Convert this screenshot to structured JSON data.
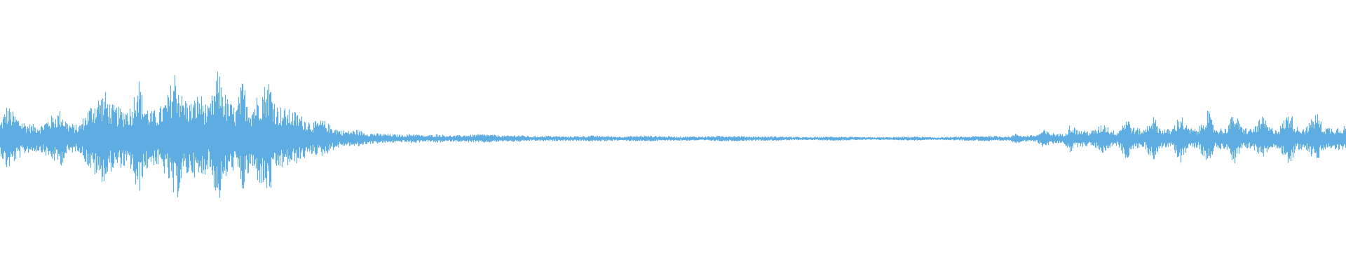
{
  "waveform": {
    "color": "#5dade2",
    "background": "#ffffff",
    "envelope": [
      [
        0,
        0.22
      ],
      [
        0.005,
        0.45
      ],
      [
        0.012,
        0.3
      ],
      [
        0.02,
        0.2
      ],
      [
        0.03,
        0.18
      ],
      [
        0.036,
        0.28
      ],
      [
        0.045,
        0.38
      ],
      [
        0.05,
        0.22
      ],
      [
        0.058,
        0.17
      ],
      [
        0.066,
        0.42
      ],
      [
        0.072,
        0.56
      ],
      [
        0.078,
        0.62
      ],
      [
        0.082,
        0.46
      ],
      [
        0.09,
        0.4
      ],
      [
        0.098,
        0.44
      ],
      [
        0.102,
        0.9
      ],
      [
        0.106,
        0.52
      ],
      [
        0.112,
        0.36
      ],
      [
        0.118,
        0.4
      ],
      [
        0.124,
        0.55
      ],
      [
        0.13,
        0.94
      ],
      [
        0.135,
        0.58
      ],
      [
        0.142,
        0.48
      ],
      [
        0.148,
        0.62
      ],
      [
        0.155,
        0.4
      ],
      [
        0.162,
        0.92
      ],
      [
        0.168,
        0.55
      ],
      [
        0.175,
        0.4
      ],
      [
        0.18,
        0.78
      ],
      [
        0.186,
        0.42
      ],
      [
        0.192,
        0.62
      ],
      [
        0.2,
        0.8
      ],
      [
        0.205,
        0.45
      ],
      [
        0.212,
        0.4
      ],
      [
        0.22,
        0.35
      ],
      [
        0.226,
        0.28
      ],
      [
        0.232,
        0.22
      ],
      [
        0.24,
        0.25
      ],
      [
        0.245,
        0.18
      ],
      [
        0.252,
        0.12
      ],
      [
        0.258,
        0.1
      ],
      [
        0.265,
        0.12
      ],
      [
        0.272,
        0.08
      ],
      [
        0.28,
        0.07
      ],
      [
        0.29,
        0.06
      ],
      [
        0.3,
        0.05
      ],
      [
        0.307,
        0.07
      ],
      [
        0.315,
        0.04
      ],
      [
        0.325,
        0.06
      ],
      [
        0.335,
        0.04
      ],
      [
        0.345,
        0.05
      ],
      [
        0.36,
        0.06
      ],
      [
        0.375,
        0.04
      ],
      [
        0.385,
        0.05
      ],
      [
        0.395,
        0.03
      ],
      [
        0.405,
        0.04
      ],
      [
        0.42,
        0.03
      ],
      [
        0.44,
        0.04
      ],
      [
        0.46,
        0.03
      ],
      [
        0.48,
        0.04
      ],
      [
        0.5,
        0.03
      ],
      [
        0.52,
        0.03
      ],
      [
        0.54,
        0.04
      ],
      [
        0.56,
        0.03
      ],
      [
        0.58,
        0.03
      ],
      [
        0.6,
        0.02
      ],
      [
        0.62,
        0.03
      ],
      [
        0.64,
        0.02
      ],
      [
        0.66,
        0.02
      ],
      [
        0.68,
        0.03
      ],
      [
        0.69,
        0.02
      ],
      [
        0.7,
        0.02
      ],
      [
        0.72,
        0.03
      ],
      [
        0.735,
        0.04
      ],
      [
        0.75,
        0.03
      ],
      [
        0.755,
        0.07
      ],
      [
        0.76,
        0.04
      ],
      [
        0.77,
        0.05
      ],
      [
        0.775,
        0.12
      ],
      [
        0.78,
        0.08
      ],
      [
        0.79,
        0.06
      ],
      [
        0.795,
        0.2
      ],
      [
        0.8,
        0.12
      ],
      [
        0.81,
        0.1
      ],
      [
        0.815,
        0.14
      ],
      [
        0.82,
        0.22
      ],
      [
        0.825,
        0.12
      ],
      [
        0.83,
        0.1
      ],
      [
        0.837,
        0.3
      ],
      [
        0.842,
        0.15
      ],
      [
        0.85,
        0.12
      ],
      [
        0.856,
        0.32
      ],
      [
        0.862,
        0.14
      ],
      [
        0.87,
        0.12
      ],
      [
        0.877,
        0.34
      ],
      [
        0.882,
        0.15
      ],
      [
        0.89,
        0.12
      ],
      [
        0.897,
        0.4
      ],
      [
        0.902,
        0.15
      ],
      [
        0.91,
        0.14
      ],
      [
        0.917,
        0.36
      ],
      [
        0.922,
        0.16
      ],
      [
        0.93,
        0.13
      ],
      [
        0.938,
        0.3
      ],
      [
        0.943,
        0.15
      ],
      [
        0.95,
        0.14
      ],
      [
        0.958,
        0.38
      ],
      [
        0.963,
        0.16
      ],
      [
        0.97,
        0.15
      ],
      [
        0.978,
        0.36
      ],
      [
        0.983,
        0.16
      ],
      [
        0.99,
        0.15
      ],
      [
        1.0,
        0.18
      ]
    ]
  }
}
